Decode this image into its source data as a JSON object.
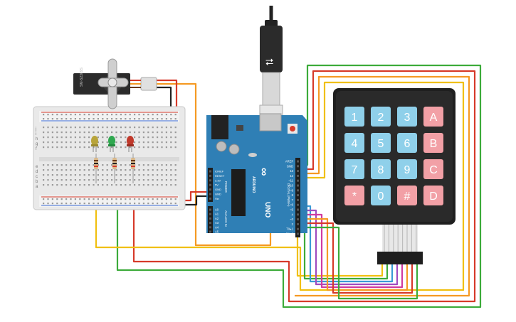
{
  "scene": "tinkercad-circuit",
  "servo": {
    "model": "SM-S2309S"
  },
  "arduino": {
    "brand": "ARDUINO",
    "model": "UNO",
    "pin_labels_digital": [
      "AREF",
      "GND",
      "13",
      "12",
      "~11",
      "~10",
      "~9",
      "8",
      "7",
      "~6",
      "~5",
      "4",
      "~3",
      "2",
      "TX▸1",
      "RX◂0"
    ],
    "pin_labels_power": [
      "IOREF",
      "RESET",
      "3.3V",
      "5V",
      "GND",
      "GND",
      "Vin"
    ],
    "pin_labels_analog": [
      "A0",
      "A1",
      "A2",
      "A3",
      "A4",
      "A5"
    ],
    "section_digital": "DIGITAL (PWM~)",
    "section_power": "POWER",
    "section_analog": "ANALOG IN"
  },
  "keypad": {
    "rows": [
      [
        "1",
        "2",
        "3",
        "A"
      ],
      [
        "4",
        "5",
        "6",
        "B"
      ],
      [
        "7",
        "8",
        "9",
        "C"
      ],
      [
        "*",
        "0",
        "#",
        "D"
      ]
    ]
  },
  "breadboard": {
    "row_letters_top": [
      "j",
      "i",
      "h",
      "g",
      "f"
    ],
    "row_letters_bottom": [
      "e",
      "d",
      "c",
      "b",
      "a"
    ]
  },
  "leds": [
    {
      "color_name": "yellow",
      "color": "#b8a43a"
    },
    {
      "color_name": "green",
      "color": "#2fa84f"
    },
    {
      "color_name": "red",
      "color": "#c0392b"
    }
  ],
  "colors": {
    "board": "#2f7fb5",
    "keypad_blue": "#8fd0ea",
    "keypad_red": "#f2a0a6",
    "wire_green": "#3cab3a",
    "wire_red": "#d63a2a",
    "wire_yellow": "#f0c010",
    "wire_orange": "#f59a23",
    "wire_blue": "#3a9bd6",
    "wire_purple": "#a04bc0",
    "wire_magenta": "#d03aa0"
  }
}
